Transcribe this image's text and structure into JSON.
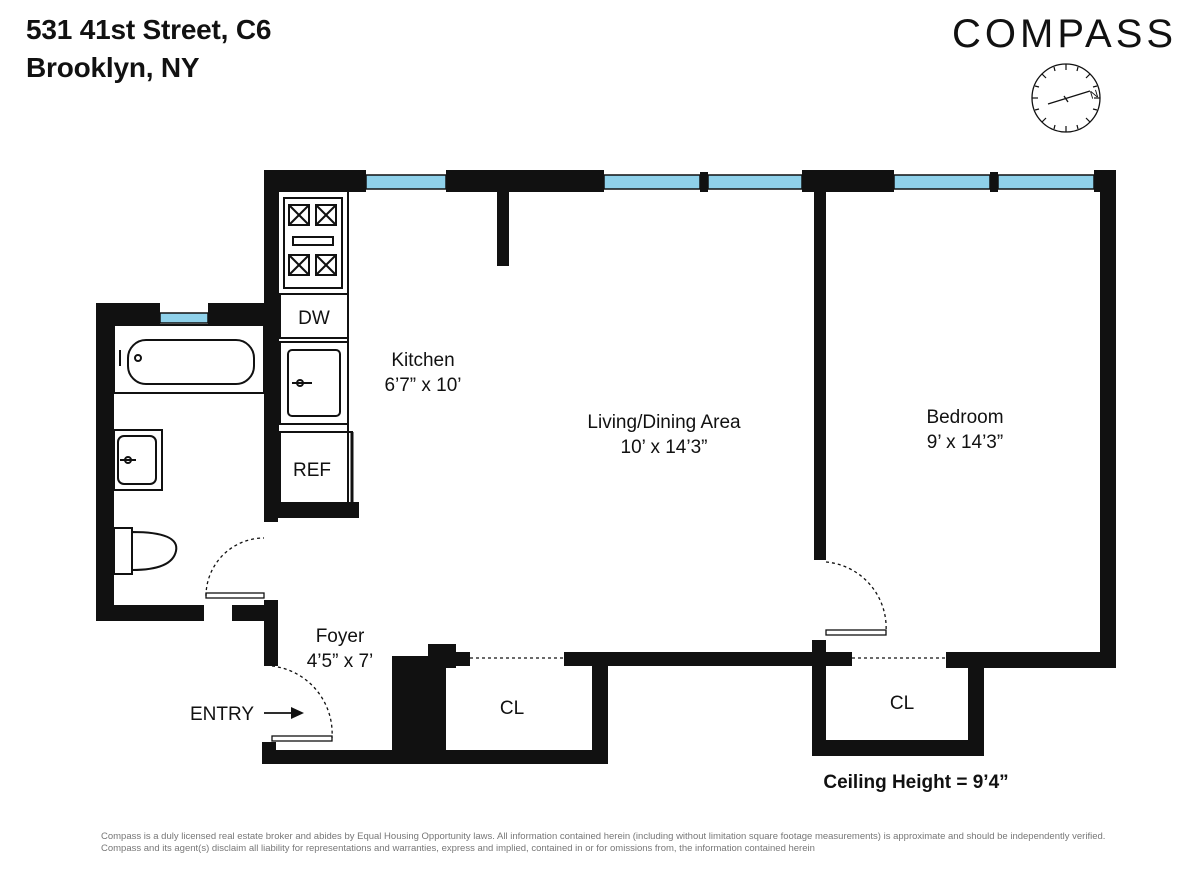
{
  "header": {
    "address_line1": "531 41st Street, C6",
    "address_line2": "Brooklyn, NY",
    "brand": "COMPASS"
  },
  "compass_rose": {
    "north_label": "N",
    "icon": "compass-rose-icon"
  },
  "rooms": {
    "kitchen": {
      "name": "Kitchen",
      "size": "6’7” x 10’"
    },
    "living": {
      "name": "Living/Dining Area",
      "size": "10’ x 14’3”"
    },
    "bedroom": {
      "name": "Bedroom",
      "size": "9’ x 14’3”"
    },
    "foyer": {
      "name": "Foyer",
      "size": "4’5” x 7’"
    }
  },
  "fixtures": {
    "dishwasher": "DW",
    "refrigerator": "REF",
    "closet_left": "CL",
    "closet_right": "CL"
  },
  "entry_label": "ENTRY",
  "ceiling_height": "Ceiling Height = 9’4”",
  "disclaimer": "Compass is a duly licensed real estate broker and abides by Equal Housing Opportunity laws.  All information contained herein (including without limitation square footage measurements) is approximate and should be independently verified. Compass and its agent(s) disclaim all liability for representations and warranties, express and implied, contained in or for omissions from, the information contained herein",
  "colors": {
    "wall": "#111111",
    "window": "#8fd1ea",
    "text": "#111111",
    "disclaimer": "#777777"
  }
}
